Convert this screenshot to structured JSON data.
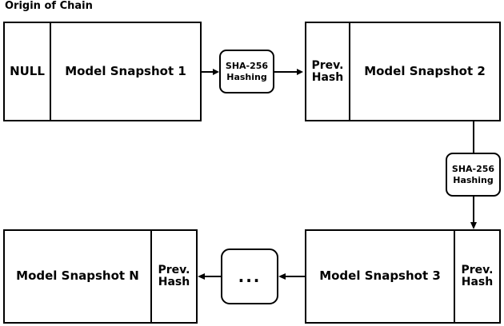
{
  "diagram": {
    "title": "Origin of Chain",
    "blocks": [
      {
        "id": "block1",
        "cells": [
          {
            "name": "null-cell",
            "text": "NULL"
          },
          {
            "name": "snapshot-cell",
            "text": "Model Snapshot 1"
          }
        ]
      },
      {
        "id": "block2",
        "cells": [
          {
            "name": "prev-hash-cell",
            "text": "Prev.\nHash"
          },
          {
            "name": "snapshot-cell",
            "text": "Model Snapshot 2"
          }
        ]
      },
      {
        "id": "block3",
        "cells": [
          {
            "name": "snapshot-cell",
            "text": "Model Snapshot 3"
          },
          {
            "name": "prev-hash-cell",
            "text": "Prev.\nHash"
          }
        ]
      },
      {
        "id": "blockN",
        "cells": [
          {
            "name": "snapshot-cell",
            "text": "Model Snapshot N"
          },
          {
            "name": "prev-hash-cell",
            "text": "Prev.\nHash"
          }
        ]
      }
    ],
    "hash_nodes": [
      {
        "id": "hash1",
        "line1": "SHA-256",
        "line2": "Hashing"
      },
      {
        "id": "hash2",
        "line1": "SHA-256",
        "line2": "Hashing"
      }
    ],
    "ellipsis": "...",
    "colors": {
      "stroke": "#000000",
      "fill": "#ffffff"
    }
  }
}
